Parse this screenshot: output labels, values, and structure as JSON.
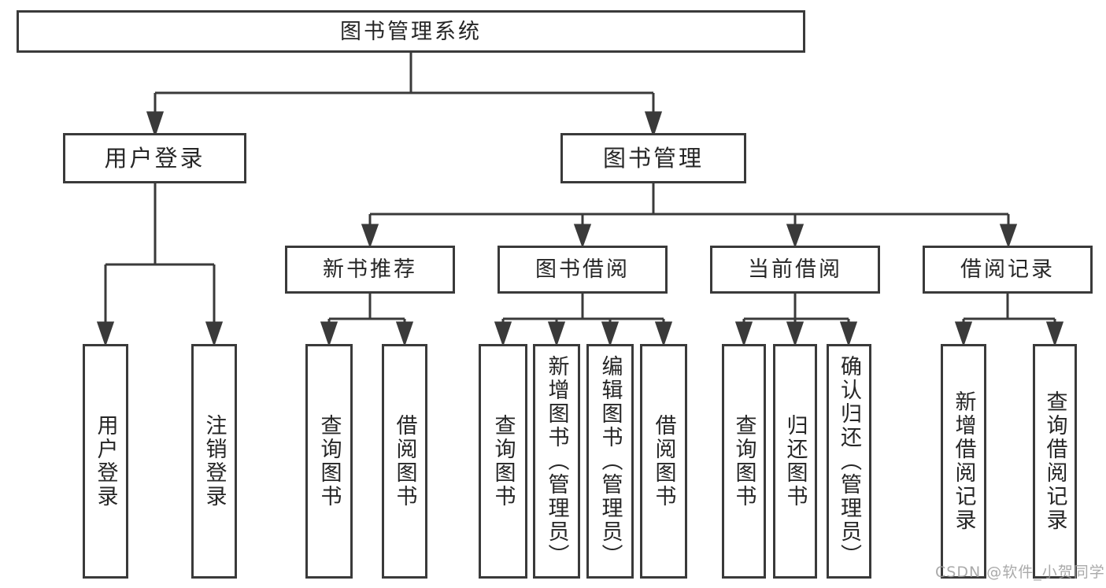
{
  "diagram": {
    "title": "图书管理系统",
    "tree": {
      "root": {
        "label": "图书管理系统",
        "children": [
          {
            "label": "用户登录",
            "children": [
              {
                "label": "用户登录"
              },
              {
                "label": "注销登录"
              }
            ]
          },
          {
            "label": "图书管理",
            "children": [
              {
                "label": "新书推荐",
                "children": [
                  {
                    "label": "查询图书"
                  },
                  {
                    "label": "借阅图书"
                  }
                ]
              },
              {
                "label": "图书借阅",
                "children": [
                  {
                    "label": "查询图书"
                  },
                  {
                    "label": "新增图书（管理员）"
                  },
                  {
                    "label": "编辑图书（管理员）"
                  },
                  {
                    "label": "借阅图书"
                  }
                ]
              },
              {
                "label": "当前借阅",
                "children": [
                  {
                    "label": "查询图书"
                  },
                  {
                    "label": "归还图书"
                  },
                  {
                    "label": "确认归还（管理员）"
                  }
                ]
              },
              {
                "label": "借阅记录",
                "children": [
                  {
                    "label": "新增借阅记录"
                  },
                  {
                    "label": "查询借阅记录"
                  }
                ]
              }
            ]
          }
        ]
      }
    },
    "colors": {
      "line": "#3a3a3a",
      "text": "#262626",
      "background": "#ffffff",
      "watermark": "#9b9b9b"
    }
  },
  "watermark": {
    "text": "CSDN @软件_小贺同学"
  }
}
